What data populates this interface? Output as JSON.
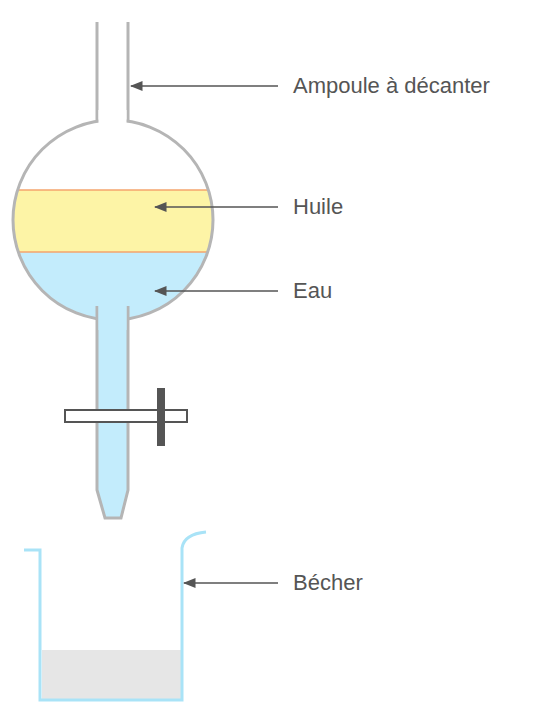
{
  "diagram": {
    "labels": [
      "Ampoule à décanter",
      "Huile",
      "Eau",
      "Bécher"
    ]
  }
}
